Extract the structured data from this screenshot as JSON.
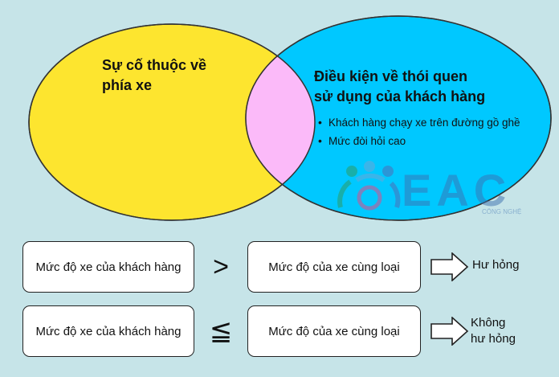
{
  "venn": {
    "left": {
      "title_line1": "Sự cố thuộc về",
      "title_line2": "phía xe",
      "color": "#fde52f"
    },
    "right": {
      "title_line1": "Điều kiện về thói quen",
      "title_line2": "sử dụng của khách hàng",
      "color": "#00c8ff",
      "bullets": [
        "Khách hàng chạy xe trên đường gồ ghề",
        "Mức đòi hỏi cao"
      ]
    },
    "overlap_color": "#fbbaf9"
  },
  "watermark": {
    "brand": "EAC",
    "tagline": "CÔNG NGHỆ",
    "icon": "people-circle-logo-icon"
  },
  "rows": [
    {
      "left_box": "Mức độ xe của khách hàng",
      "operator": ">",
      "right_box": "Mức độ của xe cùng loại",
      "result_line1": "Hư hỏng",
      "result_line2": ""
    },
    {
      "left_box": "Mức độ xe của khách hàng",
      "operator": "≦",
      "right_box": "Mức độ của xe cùng loại",
      "result_line1": "Không",
      "result_line2": "hư hỏng"
    }
  ]
}
